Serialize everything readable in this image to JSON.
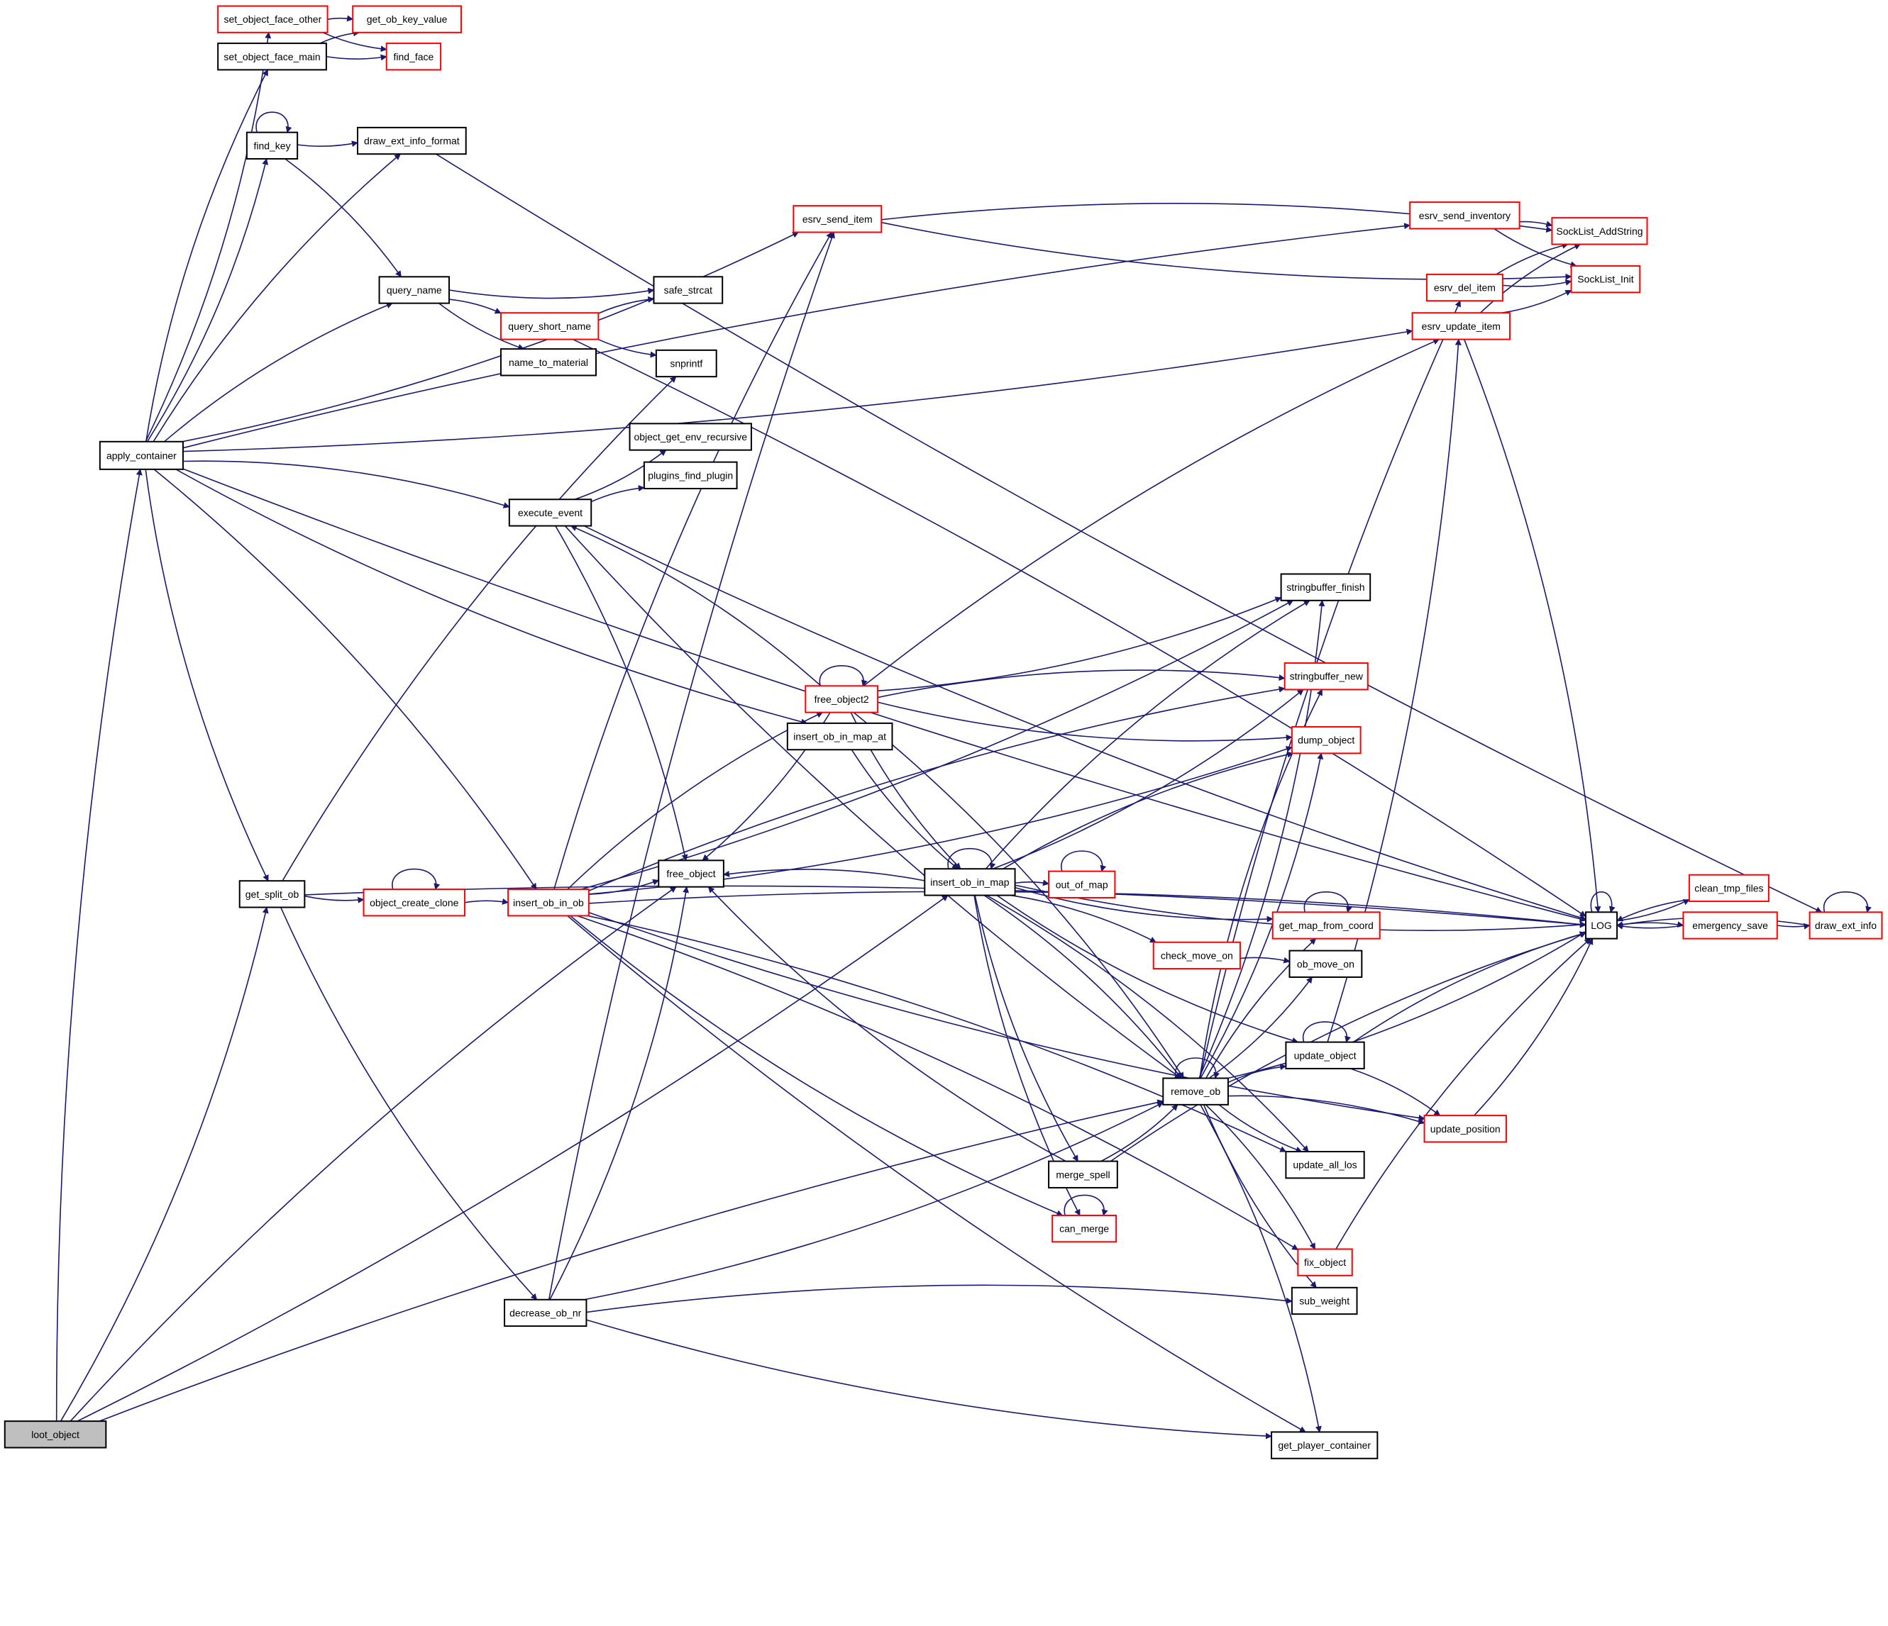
{
  "diagram": {
    "type": "call-graph",
    "colors": {
      "edge": "#191970",
      "box_normal": "#000000",
      "box_truncated": "#ff0000",
      "root_fill": "#bfbfbf"
    },
    "nodes": [
      {
        "id": "loot_object",
        "label": "loot_object",
        "style": "root"
      },
      {
        "id": "apply_container",
        "label": "apply_container",
        "style": "normal"
      },
      {
        "id": "set_object_face_other",
        "label": "set_object_face_other",
        "style": "red"
      },
      {
        "id": "get_ob_key_value",
        "label": "get_ob_key_value",
        "style": "red"
      },
      {
        "id": "set_object_face_main",
        "label": "set_object_face_main",
        "style": "normal"
      },
      {
        "id": "find_face",
        "label": "find_face",
        "style": "red"
      },
      {
        "id": "find_key",
        "label": "find_key",
        "style": "normal"
      },
      {
        "id": "draw_ext_info_format",
        "label": "draw_ext_info_format",
        "style": "normal"
      },
      {
        "id": "esrv_send_item",
        "label": "esrv_send_item",
        "style": "red"
      },
      {
        "id": "esrv_send_inventory",
        "label": "esrv_send_inventory",
        "style": "red"
      },
      {
        "id": "SockList_AddString",
        "label": "SockList_AddString",
        "style": "red"
      },
      {
        "id": "SockList_Init",
        "label": "SockList_Init",
        "style": "red"
      },
      {
        "id": "esrv_del_item",
        "label": "esrv_del_item",
        "style": "red"
      },
      {
        "id": "esrv_update_item",
        "label": "esrv_update_item",
        "style": "red"
      },
      {
        "id": "query_name",
        "label": "query_name",
        "style": "normal"
      },
      {
        "id": "safe_strcat",
        "label": "safe_strcat",
        "style": "normal"
      },
      {
        "id": "query_short_name",
        "label": "query_short_name",
        "style": "red"
      },
      {
        "id": "snprintf",
        "label": "snprintf",
        "style": "normal"
      },
      {
        "id": "name_to_material",
        "label": "name_to_material",
        "style": "normal"
      },
      {
        "id": "object_get_env_recursive",
        "label": "object_get_env_recursive",
        "style": "normal"
      },
      {
        "id": "plugins_find_plugin",
        "label": "plugins_find_plugin",
        "style": "normal"
      },
      {
        "id": "execute_event",
        "label": "execute_event",
        "style": "normal"
      },
      {
        "id": "stringbuffer_finish",
        "label": "stringbuffer_finish",
        "style": "normal"
      },
      {
        "id": "stringbuffer_new",
        "label": "stringbuffer_new",
        "style": "red"
      },
      {
        "id": "free_object2",
        "label": "free_object2",
        "style": "red"
      },
      {
        "id": "insert_ob_in_map_at",
        "label": "insert_ob_in_map_at",
        "style": "normal"
      },
      {
        "id": "dump_object",
        "label": "dump_object",
        "style": "red"
      },
      {
        "id": "free_object",
        "label": "free_object",
        "style": "normal"
      },
      {
        "id": "insert_ob_in_map",
        "label": "insert_ob_in_map",
        "style": "normal"
      },
      {
        "id": "out_of_map",
        "label": "out_of_map",
        "style": "red"
      },
      {
        "id": "get_split_ob",
        "label": "get_split_ob",
        "style": "normal"
      },
      {
        "id": "object_create_clone",
        "label": "object_create_clone",
        "style": "red"
      },
      {
        "id": "insert_ob_in_ob",
        "label": "insert_ob_in_ob",
        "style": "red"
      },
      {
        "id": "get_map_from_coord",
        "label": "get_map_from_coord",
        "style": "red"
      },
      {
        "id": "LOG",
        "label": "LOG",
        "style": "normal"
      },
      {
        "id": "clean_tmp_files",
        "label": "clean_tmp_files",
        "style": "red"
      },
      {
        "id": "emergency_save",
        "label": "emergency_save",
        "style": "red"
      },
      {
        "id": "draw_ext_info",
        "label": "draw_ext_info",
        "style": "red"
      },
      {
        "id": "check_move_on",
        "label": "check_move_on",
        "style": "red"
      },
      {
        "id": "ob_move_on",
        "label": "ob_move_on",
        "style": "normal"
      },
      {
        "id": "update_object",
        "label": "update_object",
        "style": "normal"
      },
      {
        "id": "remove_ob",
        "label": "remove_ob",
        "style": "normal"
      },
      {
        "id": "update_position",
        "label": "update_position",
        "style": "red"
      },
      {
        "id": "merge_spell",
        "label": "merge_spell",
        "style": "normal"
      },
      {
        "id": "update_all_los",
        "label": "update_all_los",
        "style": "normal"
      },
      {
        "id": "can_merge",
        "label": "can_merge",
        "style": "red"
      },
      {
        "id": "fix_object",
        "label": "fix_object",
        "style": "red"
      },
      {
        "id": "decrease_ob_nr",
        "label": "decrease_ob_nr",
        "style": "normal"
      },
      {
        "id": "sub_weight",
        "label": "sub_weight",
        "style": "normal"
      },
      {
        "id": "get_player_container",
        "label": "get_player_container",
        "style": "normal"
      }
    ],
    "edges": [
      [
        "loot_object",
        "apply_container"
      ],
      [
        "loot_object",
        "get_split_ob"
      ],
      [
        "loot_object",
        "free_object"
      ],
      [
        "loot_object",
        "insert_ob_in_map"
      ],
      [
        "loot_object",
        "remove_ob"
      ],
      [
        "apply_container",
        "set_object_face_other"
      ],
      [
        "apply_container",
        "set_object_face_main"
      ],
      [
        "apply_container",
        "find_key"
      ],
      [
        "apply_container",
        "draw_ext_info_format"
      ],
      [
        "apply_container",
        "esrv_send_item"
      ],
      [
        "apply_container",
        "esrv_send_inventory"
      ],
      [
        "apply_container",
        "esrv_update_item"
      ],
      [
        "apply_container",
        "query_name"
      ],
      [
        "apply_container",
        "LOG"
      ],
      [
        "apply_container",
        "execute_event"
      ],
      [
        "apply_container",
        "insert_ob_in_map_at"
      ],
      [
        "apply_container",
        "insert_ob_in_ob"
      ],
      [
        "apply_container",
        "get_split_ob"
      ],
      [
        "set_object_face_other",
        "get_ob_key_value"
      ],
      [
        "set_object_face_other",
        "find_face"
      ],
      [
        "set_object_face_main",
        "get_ob_key_value"
      ],
      [
        "set_object_face_main",
        "find_face"
      ],
      [
        "find_key",
        "find_key"
      ],
      [
        "find_key",
        "draw_ext_info_format"
      ],
      [
        "find_key",
        "query_name"
      ],
      [
        "draw_ext_info_format",
        "draw_ext_info"
      ],
      [
        "esrv_send_item",
        "SockList_AddString"
      ],
      [
        "esrv_send_item",
        "SockList_Init"
      ],
      [
        "esrv_send_inventory",
        "SockList_AddString"
      ],
      [
        "esrv_send_inventory",
        "SockList_Init"
      ],
      [
        "esrv_del_item",
        "SockList_AddString"
      ],
      [
        "esrv_del_item",
        "SockList_Init"
      ],
      [
        "esrv_update_item",
        "SockList_AddString"
      ],
      [
        "esrv_update_item",
        "SockList_Init"
      ],
      [
        "esrv_update_item",
        "LOG"
      ],
      [
        "query_name",
        "safe_strcat"
      ],
      [
        "query_name",
        "query_short_name"
      ],
      [
        "query_name",
        "name_to_material"
      ],
      [
        "query_short_name",
        "safe_strcat"
      ],
      [
        "query_short_name",
        "snprintf"
      ],
      [
        "query_short_name",
        "LOG"
      ],
      [
        "execute_event",
        "object_get_env_recursive"
      ],
      [
        "execute_event",
        "plugins_find_plugin"
      ],
      [
        "execute_event",
        "LOG"
      ],
      [
        "execute_event",
        "free_object"
      ],
      [
        "execute_event",
        "remove_ob"
      ],
      [
        "free_object2",
        "free_object2"
      ],
      [
        "free_object2",
        "execute_event"
      ],
      [
        "free_object2",
        "esrv_update_item"
      ],
      [
        "free_object2",
        "stringbuffer_finish"
      ],
      [
        "free_object2",
        "stringbuffer_new"
      ],
      [
        "free_object2",
        "dump_object"
      ],
      [
        "free_object2",
        "free_object"
      ],
      [
        "free_object2",
        "insert_ob_in_map"
      ],
      [
        "free_object2",
        "remove_ob"
      ],
      [
        "insert_ob_in_map_at",
        "insert_ob_in_map"
      ],
      [
        "insert_ob_in_map",
        "insert_ob_in_map"
      ],
      [
        "insert_ob_in_map",
        "free_object"
      ],
      [
        "insert_ob_in_map",
        "out_of_map"
      ],
      [
        "insert_ob_in_map",
        "LOG"
      ],
      [
        "insert_ob_in_map",
        "stringbuffer_finish"
      ],
      [
        "insert_ob_in_map",
        "stringbuffer_new"
      ],
      [
        "insert_ob_in_map",
        "dump_object"
      ],
      [
        "insert_ob_in_map",
        "get_map_from_coord"
      ],
      [
        "insert_ob_in_map",
        "check_move_on"
      ],
      [
        "insert_ob_in_map",
        "update_object"
      ],
      [
        "insert_ob_in_map",
        "remove_ob"
      ],
      [
        "insert_ob_in_map",
        "merge_spell"
      ],
      [
        "insert_ob_in_map",
        "update_all_los"
      ],
      [
        "insert_ob_in_map",
        "can_merge"
      ],
      [
        "out_of_map",
        "out_of_map"
      ],
      [
        "get_split_ob",
        "object_create_clone"
      ],
      [
        "get_split_ob",
        "snprintf"
      ],
      [
        "get_split_ob",
        "decrease_ob_nr"
      ],
      [
        "get_split_ob",
        "LOG"
      ],
      [
        "object_create_clone",
        "object_create_clone"
      ],
      [
        "object_create_clone",
        "insert_ob_in_ob"
      ],
      [
        "insert_ob_in_ob",
        "free_object"
      ],
      [
        "insert_ob_in_ob",
        "esrv_send_item"
      ],
      [
        "insert_ob_in_ob",
        "stringbuffer_finish"
      ],
      [
        "insert_ob_in_ob",
        "stringbuffer_new"
      ],
      [
        "insert_ob_in_ob",
        "dump_object"
      ],
      [
        "insert_ob_in_ob",
        "free_object2"
      ],
      [
        "insert_ob_in_ob",
        "can_merge"
      ],
      [
        "insert_ob_in_ob",
        "update_all_los"
      ],
      [
        "insert_ob_in_ob",
        "update_position"
      ],
      [
        "insert_ob_in_ob",
        "fix_object"
      ],
      [
        "insert_ob_in_ob",
        "get_player_container"
      ],
      [
        "insert_ob_in_ob",
        "LOG"
      ],
      [
        "get_map_from_coord",
        "get_map_from_coord"
      ],
      [
        "LOG",
        "LOG"
      ],
      [
        "LOG",
        "clean_tmp_files"
      ],
      [
        "LOG",
        "emergency_save"
      ],
      [
        "clean_tmp_files",
        "LOG"
      ],
      [
        "emergency_save",
        "LOG"
      ],
      [
        "emergency_save",
        "draw_ext_info"
      ],
      [
        "draw_ext_info",
        "draw_ext_info"
      ],
      [
        "draw_ext_info",
        "LOG"
      ],
      [
        "check_move_on",
        "ob_move_on"
      ],
      [
        "update_object",
        "update_object"
      ],
      [
        "update_object",
        "LOG"
      ],
      [
        "update_object",
        "esrv_update_item"
      ],
      [
        "update_object",
        "update_position"
      ],
      [
        "remove_ob",
        "remove_ob"
      ],
      [
        "remove_ob",
        "esrv_del_item"
      ],
      [
        "remove_ob",
        "stringbuffer_finish"
      ],
      [
        "remove_ob",
        "stringbuffer_new"
      ],
      [
        "remove_ob",
        "dump_object"
      ],
      [
        "remove_ob",
        "get_map_from_coord"
      ],
      [
        "remove_ob",
        "ob_move_on"
      ],
      [
        "remove_ob",
        "update_object"
      ],
      [
        "remove_ob",
        "LOG"
      ],
      [
        "remove_ob",
        "update_position"
      ],
      [
        "remove_ob",
        "update_all_los"
      ],
      [
        "remove_ob",
        "fix_object"
      ],
      [
        "remove_ob",
        "sub_weight"
      ],
      [
        "remove_ob",
        "get_player_container"
      ],
      [
        "update_position",
        "LOG"
      ],
      [
        "merge_spell",
        "free_object"
      ],
      [
        "merge_spell",
        "remove_ob"
      ],
      [
        "merge_spell",
        "LOG"
      ],
      [
        "can_merge",
        "can_merge"
      ],
      [
        "fix_object",
        "LOG"
      ],
      [
        "decrease_ob_nr",
        "free_object"
      ],
      [
        "decrease_ob_nr",
        "esrv_send_item"
      ],
      [
        "decrease_ob_nr",
        "remove_ob"
      ],
      [
        "decrease_ob_nr",
        "sub_weight"
      ],
      [
        "decrease_ob_nr",
        "get_player_container"
      ]
    ]
  }
}
